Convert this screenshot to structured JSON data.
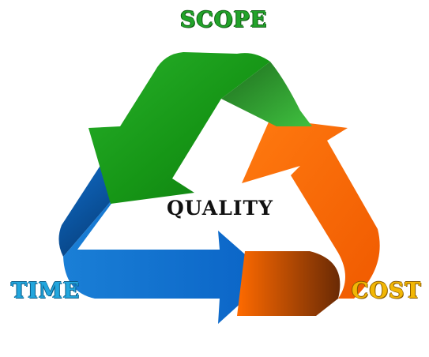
{
  "labels": {
    "scope": "SCOPE",
    "time": "TIME",
    "cost": "COST",
    "center": "QUALITY"
  },
  "colors": {
    "scope": "#1f9a21",
    "time": "#0b6fd0",
    "cost": "#ff6a00",
    "center_text": "#111111"
  }
}
